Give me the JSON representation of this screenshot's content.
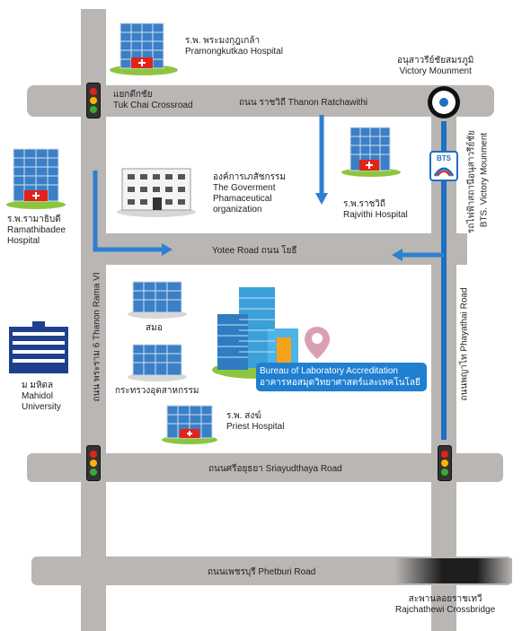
{
  "colors": {
    "road": "#b9b6b4",
    "arrow": "#2e7fd0",
    "bts_line": "#1f6fc4",
    "callout": "#1f7fd0",
    "building_glass": "#3b7fc6"
  },
  "places": {
    "pramongkutkao": {
      "th": "ร.พ. พระมงกุฎเกล้า",
      "en": "Pramongkutkao Hospital",
      "icon": "hospital-icon"
    },
    "tukchai": {
      "th": "แยกตึกชัย",
      "en": "Tuk Chai Crossroad",
      "icon": "traffic-light-icon"
    },
    "victory": {
      "th": "อนุสาวรีย์ชัยสมรภูมิ",
      "en": "Victory Mounment",
      "icon": "monument-icon"
    },
    "gpo": {
      "th": "องค์การเภสัชกรรม",
      "en1": "The Goverment",
      "en2": "Phamaceutical",
      "en3": "organization",
      "icon": "office-building-icon"
    },
    "rajvithi": {
      "th": "ร.พ.ราชวิถี",
      "en": "Rajvithi Hospital",
      "icon": "hospital-icon"
    },
    "ramathibodi": {
      "th": "ร.พ.รามาธิบดี",
      "en1": "Ramathibadee",
      "en2": "Hospital",
      "icon": "hospital-icon"
    },
    "bts": {
      "th": "รถไฟฟ้าสถานีอนุสาวรีย์ชัย",
      "en": "BTS. Victory Mounment",
      "logo": "BTS"
    },
    "mahidol": {
      "th": "ม มหิดล",
      "en1": "Mahidol",
      "en2": "University",
      "icon": "university-icon"
    },
    "smo": {
      "th": "สมอ",
      "icon": "office-building-icon"
    },
    "industry": {
      "th": "กระทรวงอุตสาหกรรม",
      "icon": "office-building-icon"
    },
    "priest": {
      "th": "ร.พ. สงฆ์",
      "en": "Priest Hospital",
      "icon": "hospital-icon"
    },
    "bureau": {
      "en": "Bureau of Laboratory Accreditation",
      "th": "อาคารหอสมุดวิทยาศาสตร์และเทคโนโลยี",
      "icon": "location-pin-icon"
    },
    "rajchathewi": {
      "th": "สะพานลอยราชเทวี",
      "en": "Rajchathewi Crossbridge"
    }
  },
  "roads": {
    "ratchawithi": "ถนน ราชวิถี  Thanon Ratchawithi",
    "yotee": "Yotee Road ถนน โยธี",
    "rama6": "ถนน พระราม 6  Thanon Rama VI",
    "phayathai": "ถนนพญาไท   Phayathai Road",
    "sriayudthaya": "ถนนศรีอยุธยา  Sriayudthaya Road",
    "phetburi": "ถนนเพชรบุรี   Phetburi Road"
  }
}
